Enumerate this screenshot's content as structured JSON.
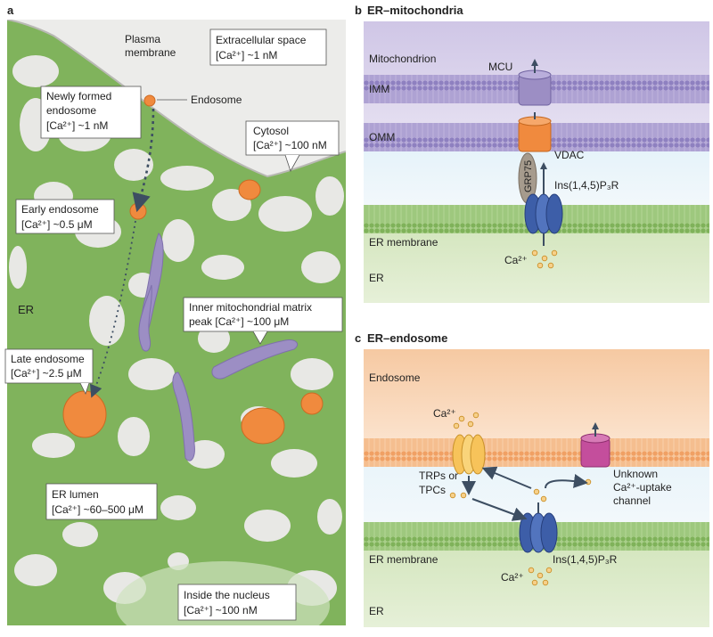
{
  "panel_a": {
    "letter": "a",
    "plasma_membrane": [
      "Plasma",
      "membrane"
    ],
    "extracellular": [
      "Extracellular space",
      "[Ca²⁺] ~1 nM"
    ],
    "newly_formed": [
      "Newly formed",
      "endosome",
      "[Ca²⁺] ~1 nM"
    ],
    "endosome": "Endosome",
    "cytosol": [
      "Cytosol",
      "[Ca²⁺] ~100 nM"
    ],
    "early": [
      "Early endosome",
      "[Ca²⁺] ~0.5 μM"
    ],
    "er": "ER",
    "inner_mito": [
      "Inner mitochondrial matrix",
      "peak [Ca²⁺] ~100 μM"
    ],
    "late": [
      "Late endosome",
      "[Ca²⁺] ~2.5 μM"
    ],
    "er_lumen": [
      "ER lumen",
      "[Ca²⁺] ~60–500 μM"
    ],
    "nucleus": [
      "Inside the nucleus",
      "[Ca²⁺] ~100 nM"
    ]
  },
  "panel_b": {
    "letter": "b",
    "title": "ER–mitochondria",
    "mitochondrion": "Mitochondrion",
    "mcu": "MCU",
    "imm": "IMM",
    "omm": "OMM",
    "vdac": "VDAC",
    "grp75": "GRP75",
    "ip3r": "Ins(1,4,5)P₃R",
    "er_membrane": "ER membrane",
    "ca": "Ca²⁺",
    "er": "ER"
  },
  "panel_c": {
    "letter": "c",
    "title": "ER–endosome",
    "endosome": "Endosome",
    "ca_top": "Ca²⁺",
    "trps": [
      "TRPs or",
      "TPCs"
    ],
    "unknown": [
      "Unknown",
      "Ca²⁺-uptake",
      "channel"
    ],
    "er_membrane": "ER membrane",
    "ip3r": "Ins(1,4,5)P₃R",
    "ca_bottom": "Ca²⁺",
    "er": "ER"
  },
  "colors": {
    "er_green": "#7fb25a",
    "cytosol_grey": "#e9e9e6",
    "organelle_orange": "#f08a3e",
    "mito_purple": "#9c8ec4",
    "ip3r_blue": "#3d5ea8",
    "trp_yellow": "#f7c35a",
    "uptake_magenta": "#c44e9c"
  }
}
